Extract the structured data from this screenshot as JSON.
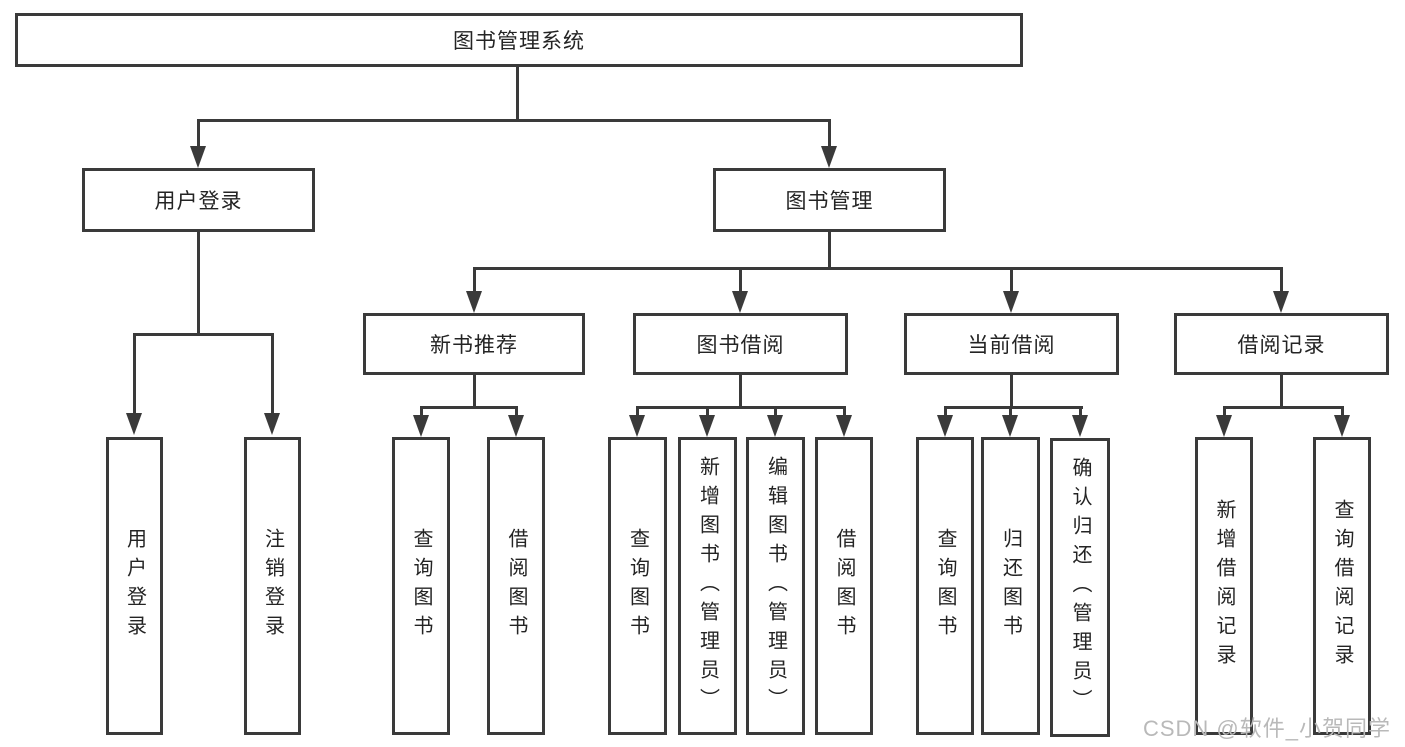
{
  "diagram": {
    "root": {
      "label": "图书管理系统"
    },
    "branches": [
      {
        "label": "用户登录",
        "children": [
          {
            "label": "用户登录"
          },
          {
            "label": "注销登录"
          }
        ]
      },
      {
        "label": "图书管理",
        "children": [
          {
            "label": "新书推荐",
            "children": [
              {
                "label": "查询图书"
              },
              {
                "label": "借阅图书"
              }
            ]
          },
          {
            "label": "图书借阅",
            "children": [
              {
                "label": "查询图书"
              },
              {
                "label": "新增图书（管理员）"
              },
              {
                "label": "编辑图书（管理员）"
              },
              {
                "label": "借阅图书"
              }
            ]
          },
          {
            "label": "当前借阅",
            "children": [
              {
                "label": "查询图书"
              },
              {
                "label": "归还图书"
              },
              {
                "label": "确认归还（管理员）"
              }
            ]
          },
          {
            "label": "借阅记录",
            "children": [
              {
                "label": "新增借阅记录"
              },
              {
                "label": "查询借阅记录"
              }
            ]
          }
        ]
      }
    ]
  },
  "watermark": {
    "text": "CSDN @软件_小贺同学"
  },
  "colors": {
    "line": "#3a3a3a",
    "text": "#242424",
    "watermark_text": "#b9b9b9",
    "background": "#ffffff"
  }
}
